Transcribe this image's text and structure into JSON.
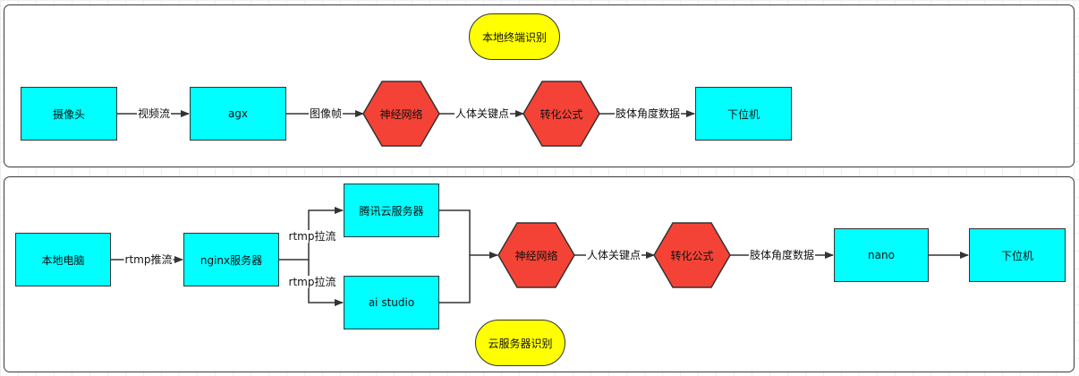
{
  "top": {
    "title": "本地终端识别",
    "camera": "摄像头",
    "agx": "agx",
    "neural": "神经网络",
    "convert": "转化公式",
    "lower": "下位机",
    "e_video": "视频流",
    "e_frame": "图像帧",
    "e_keypoints": "人体关键点",
    "e_angle": "肢体角度数据"
  },
  "bottom": {
    "title": "云服务器识别",
    "local_pc": "本地电脑",
    "nginx": "nginx服务器",
    "tencent": "腾讯云服务器",
    "aistudio": "ai studio",
    "neural": "神经网络",
    "convert": "转化公式",
    "nano": "nano",
    "lower": "下位机",
    "e_push": "rtmp推流",
    "e_pull1": "rtmp拉流",
    "e_pull2": "rtmp拉流",
    "e_keypoints": "人体关键点",
    "e_angle": "肢体角度数据"
  },
  "colors": {
    "process": "#00ffff",
    "hexagon": "#f44336",
    "title": "#ffff00",
    "stroke": "#333333"
  }
}
